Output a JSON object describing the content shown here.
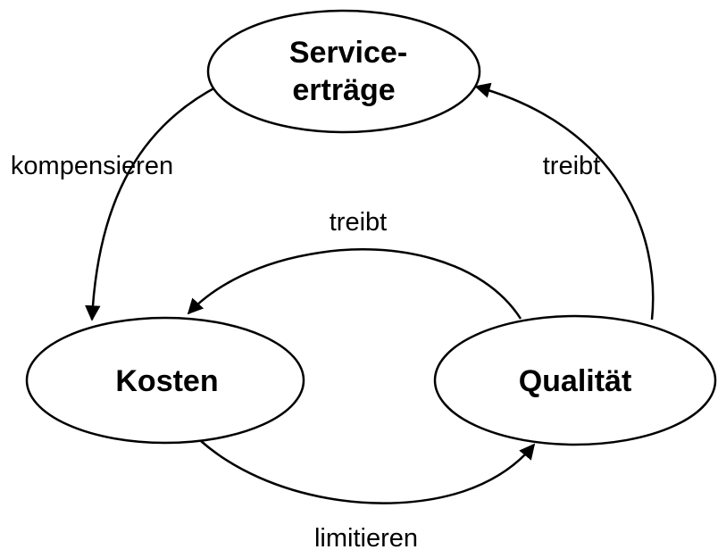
{
  "nodes": {
    "serviceertraege": {
      "line1": "Service-",
      "line2": "erträge"
    },
    "kosten": {
      "label": "Kosten"
    },
    "qualitaet": {
      "label": "Qualität"
    }
  },
  "edges": {
    "kompensieren": {
      "label": "kompensieren"
    },
    "treibt_outer": {
      "label": "treibt"
    },
    "treibt_inner": {
      "label": "treibt"
    },
    "limitieren": {
      "label": "limitieren"
    }
  },
  "colors": {
    "stroke": "#000000",
    "background": "#ffffff"
  }
}
